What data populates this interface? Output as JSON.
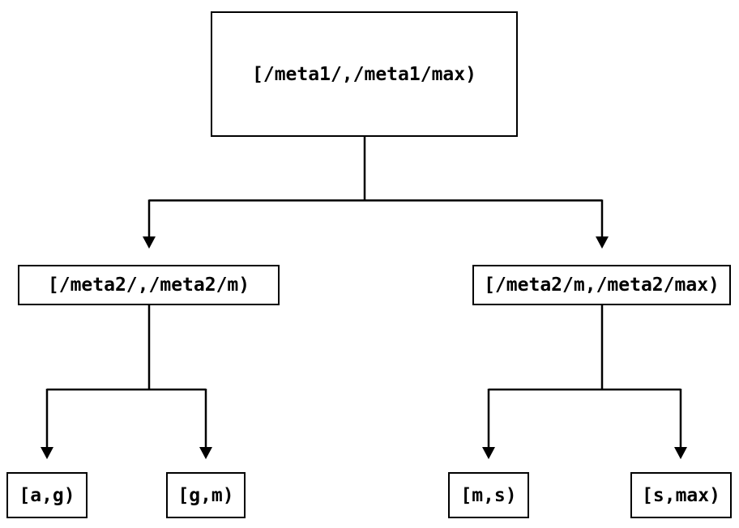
{
  "diagram": {
    "type": "tree",
    "background_color": "#ffffff",
    "line_color": "#000000",
    "box_border_color": "#000000",
    "text_color": "#000000",
    "nodes": {
      "root": {
        "label": "[/meta1/,/meta1/max)"
      },
      "meta2_low": {
        "label": "[/meta2/,/meta2/m)"
      },
      "meta2_high": {
        "label": "[/meta2/m,/meta2/max)"
      },
      "leaf_a_g": {
        "label": "[a,g)"
      },
      "leaf_g_m": {
        "label": "[g,m)"
      },
      "leaf_m_s": {
        "label": "[m,s)"
      },
      "leaf_s_max": {
        "label": "[s,max)"
      }
    },
    "edges": [
      {
        "from": "root",
        "to": "meta2_low"
      },
      {
        "from": "root",
        "to": "meta2_high"
      },
      {
        "from": "meta2_low",
        "to": "leaf_a_g"
      },
      {
        "from": "meta2_low",
        "to": "leaf_g_m"
      },
      {
        "from": "meta2_high",
        "to": "leaf_m_s"
      },
      {
        "from": "meta2_high",
        "to": "leaf_s_max"
      }
    ]
  }
}
